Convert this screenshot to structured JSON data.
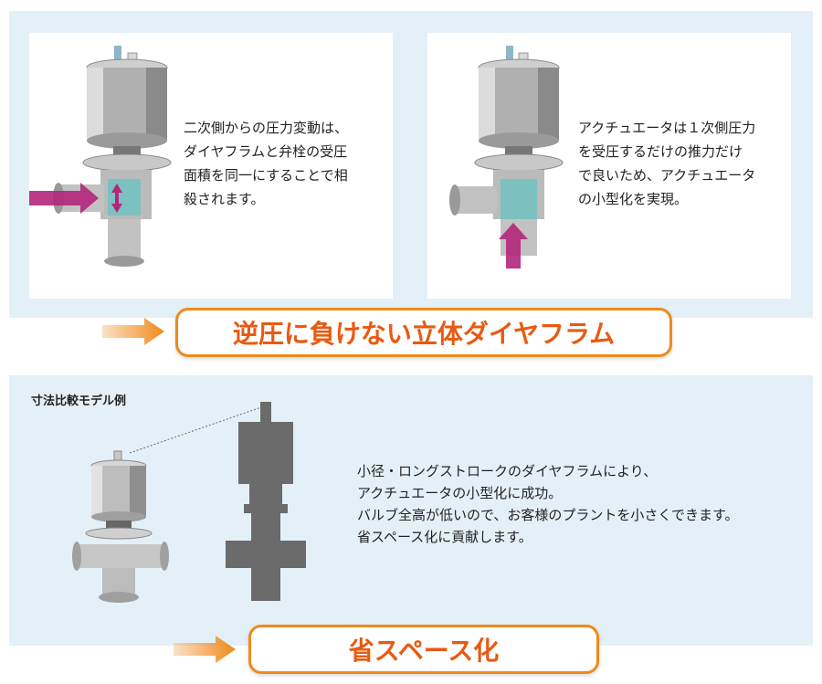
{
  "top": {
    "card_left_text": "二次側からの圧力変動は、ダイヤフラムと弁栓の受圧面積を同一にすることで相殺されます。",
    "card_left_lines": [
      "二次側からの圧力変動は、",
      "ダイヤフラムと弁栓の受圧",
      "面積を同一にすることで相",
      "殺されます。"
    ],
    "card_right_lines": [
      "アクチュエータは１次側圧力",
      "を受圧するだけの推力だけ",
      "で良いため、アクチュエータ",
      "の小型化を実現。"
    ],
    "banner": "逆圧に負けない立体ダイヤフラム"
  },
  "bottom": {
    "caption": "寸法比較モデル例",
    "description_lines": [
      "小径・ロングストロークのダイヤフラムにより、",
      "アクチュエータの小型化に成功。",
      "バルブ全高が低いので、お客様のプラントを小さくできます。",
      "省スペース化に貢献します。"
    ],
    "banner": "省スペース化"
  },
  "colors": {
    "panel_bg": "#e4f0f8",
    "accent_orange": "#f08a1c",
    "banner_text": "#e85a12",
    "pressure_arrow": "#b3267a",
    "silhouette": "#6b6b6b"
  }
}
